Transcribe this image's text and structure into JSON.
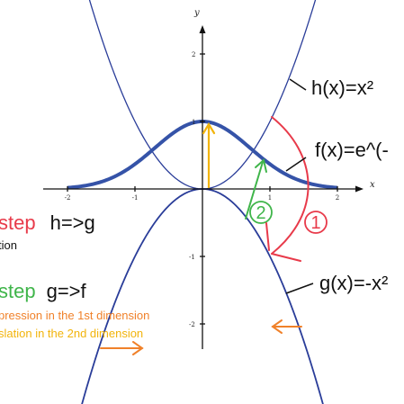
{
  "axes": {
    "x_name": "x",
    "y_name": "y",
    "x_ticks": [
      "-2",
      "-1",
      "1",
      "2"
    ],
    "y_ticks": [
      "2",
      "1",
      "-1",
      "-2"
    ]
  },
  "functions": {
    "h": "h(x)=x²",
    "f": "f(x)=e^(-",
    "g": "g(x)=-x²"
  },
  "steps": {
    "first_word": "step",
    "first_arrow": "h=>g",
    "first_desc": "tion",
    "second_word": "step",
    "second_arrow": "g=>f",
    "second_desc1": "pression in the 1st dimension",
    "second_desc2": "slation in the 2nd dimension"
  },
  "markers": {
    "one": "1",
    "two": "2"
  },
  "colors": {
    "thin_curve": "#2a3d99",
    "bold_curve": "#3553a8",
    "step1": "#e83a4a",
    "step2": "#3fb54a",
    "compression": "#f0812a",
    "translation": "#f2b40c"
  }
}
